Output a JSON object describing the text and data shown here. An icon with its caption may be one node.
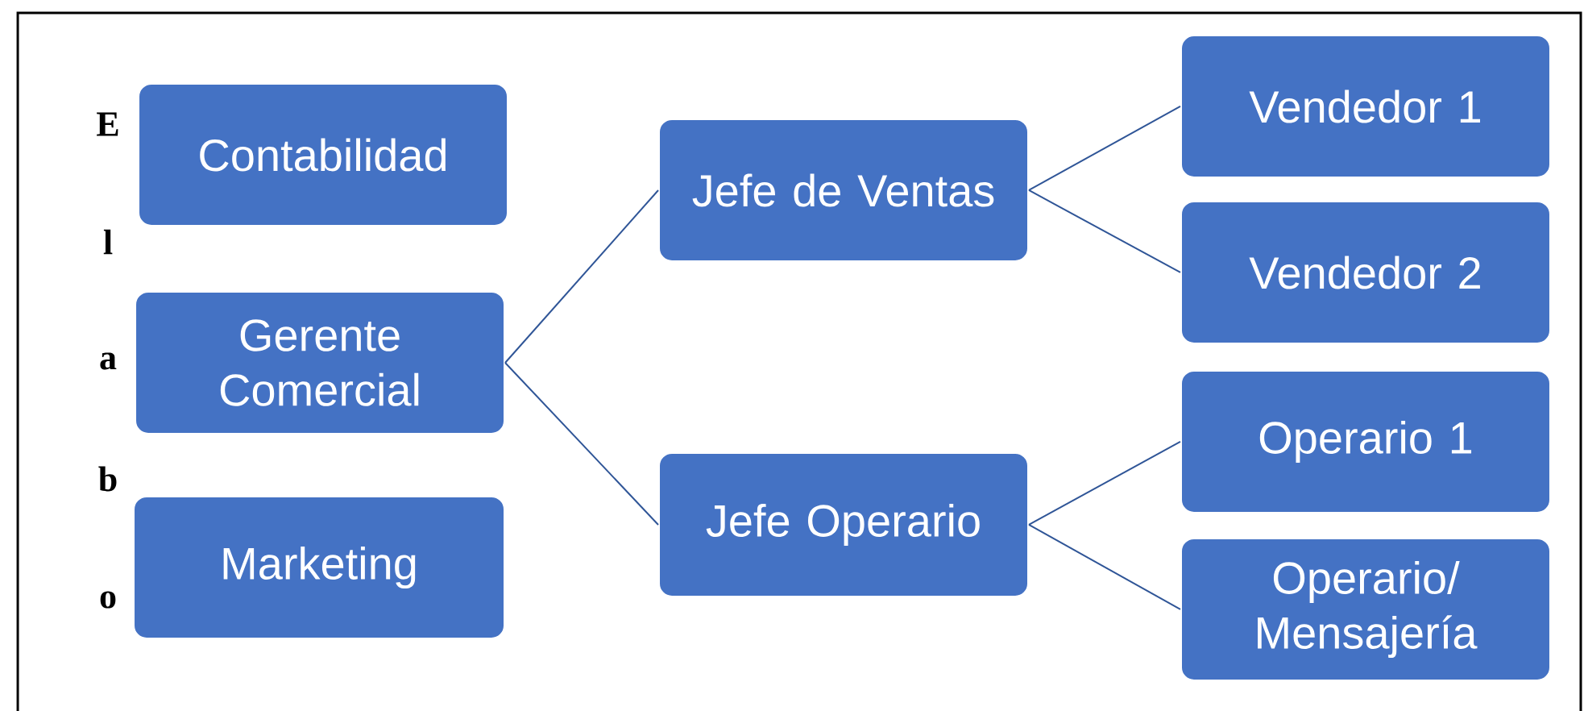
{
  "diagram": {
    "nodes": [
      {
        "text": [
          "Contabilidad"
        ]
      },
      {
        "text": [
          "Gerente Comercial"
        ]
      },
      {
        "text": [
          "Marketing"
        ]
      },
      {
        "text": [
          "Jefe de Ventas"
        ]
      },
      {
        "text": [
          "Jefe Operario"
        ]
      },
      {
        "text": [
          "Vendedor 1"
        ]
      },
      {
        "text": [
          "Vendedor 2"
        ]
      },
      {
        "text": [
          "Operario 1"
        ]
      },
      {
        "text": [
          "Operario/ Mensajería"
        ]
      }
    ],
    "edges": [
      {
        "from": 1,
        "to": 3,
        "arrow": "none"
      },
      {
        "from": 1,
        "to": 4,
        "arrow": "none"
      },
      {
        "from": 3,
        "to": 5,
        "arrow": "none"
      },
      {
        "from": 3,
        "to": 6,
        "arrow": "none"
      },
      {
        "from": 4,
        "to": 7,
        "arrow": "none"
      },
      {
        "from": 4,
        "to": 8,
        "arrow": "none"
      }
    ],
    "labels": [
      "E",
      "l",
      "a",
      "b",
      "o"
    ]
  }
}
